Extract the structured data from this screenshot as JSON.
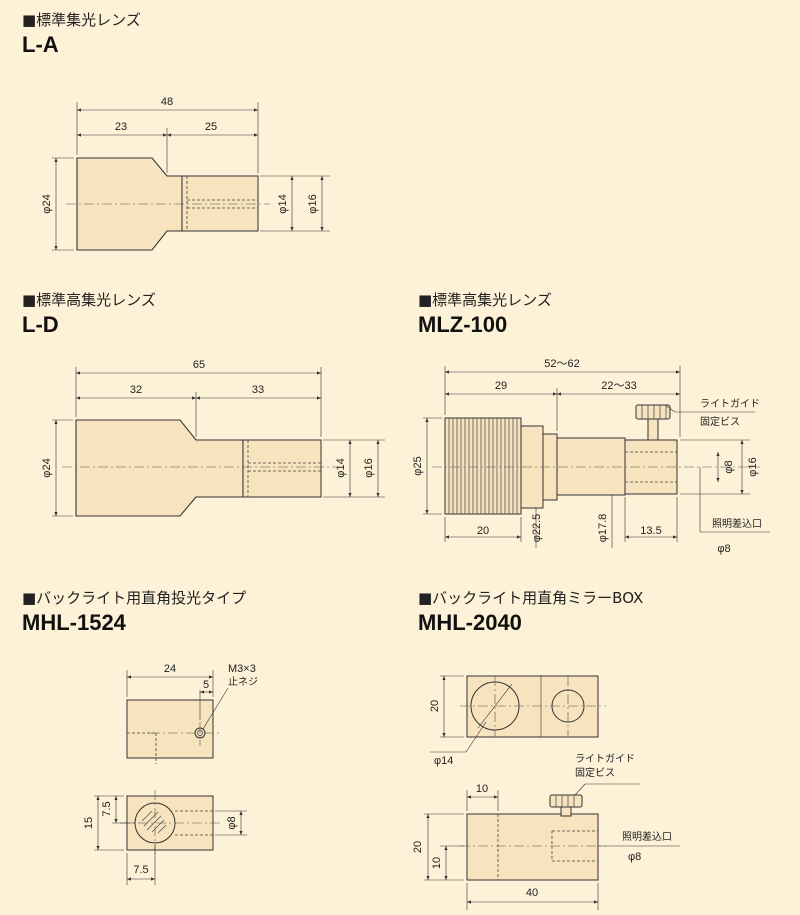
{
  "sections": {
    "la": {
      "heading": "■標準集光レンズ",
      "model": "L-A",
      "dims": {
        "overall": "48",
        "left": "23",
        "right": "25",
        "dia_body": "φ24",
        "dia_inner": "φ14",
        "dia_outer": "φ16"
      }
    },
    "ld": {
      "heading": "■標準高集光レンズ",
      "model": "L-D",
      "dims": {
        "overall": "65",
        "left": "32",
        "right": "33",
        "dia_body": "φ24",
        "dia_inner": "φ14",
        "dia_outer": "φ16"
      }
    },
    "mlz": {
      "heading": "■標準高集光レンズ",
      "model": "MLZ-100",
      "dims": {
        "overall": "52～62",
        "left": "29",
        "right": "22～33",
        "dia_body": "φ25",
        "dia_inner": "φ8",
        "dia_outer": "φ16",
        "knurl_len": "20",
        "dia_225": "φ22.5",
        "dia_178": "φ17.8",
        "tip_len": "13.5",
        "dia_bottom": "φ8"
      },
      "notes": {
        "screw_line1": "ライトガイド",
        "screw_line2": "固定ビス",
        "port": "照明差込口"
      }
    },
    "mhl1524": {
      "heading": "■バックライト用直角投光タイプ",
      "model": "MHL-1524",
      "dims": {
        "width": "24",
        "offset": "5",
        "screw": "M3×3",
        "screw_label": "止ネジ",
        "height": "15",
        "half": "7.5",
        "dia_hole": "φ8",
        "bottom": "7.5"
      }
    },
    "mhl2040": {
      "heading": "■バックライト用直角ミラーBOX",
      "model": "MHL-2040",
      "dims": {
        "top_h": "20",
        "dia_top": "φ14",
        "w10": "10",
        "height": "20",
        "half": "10",
        "length": "40",
        "dia_port": "φ8"
      },
      "notes": {
        "screw_line1": "ライトガイド",
        "screw_line2": "固定ビス",
        "port": "照明差込口"
      }
    }
  }
}
